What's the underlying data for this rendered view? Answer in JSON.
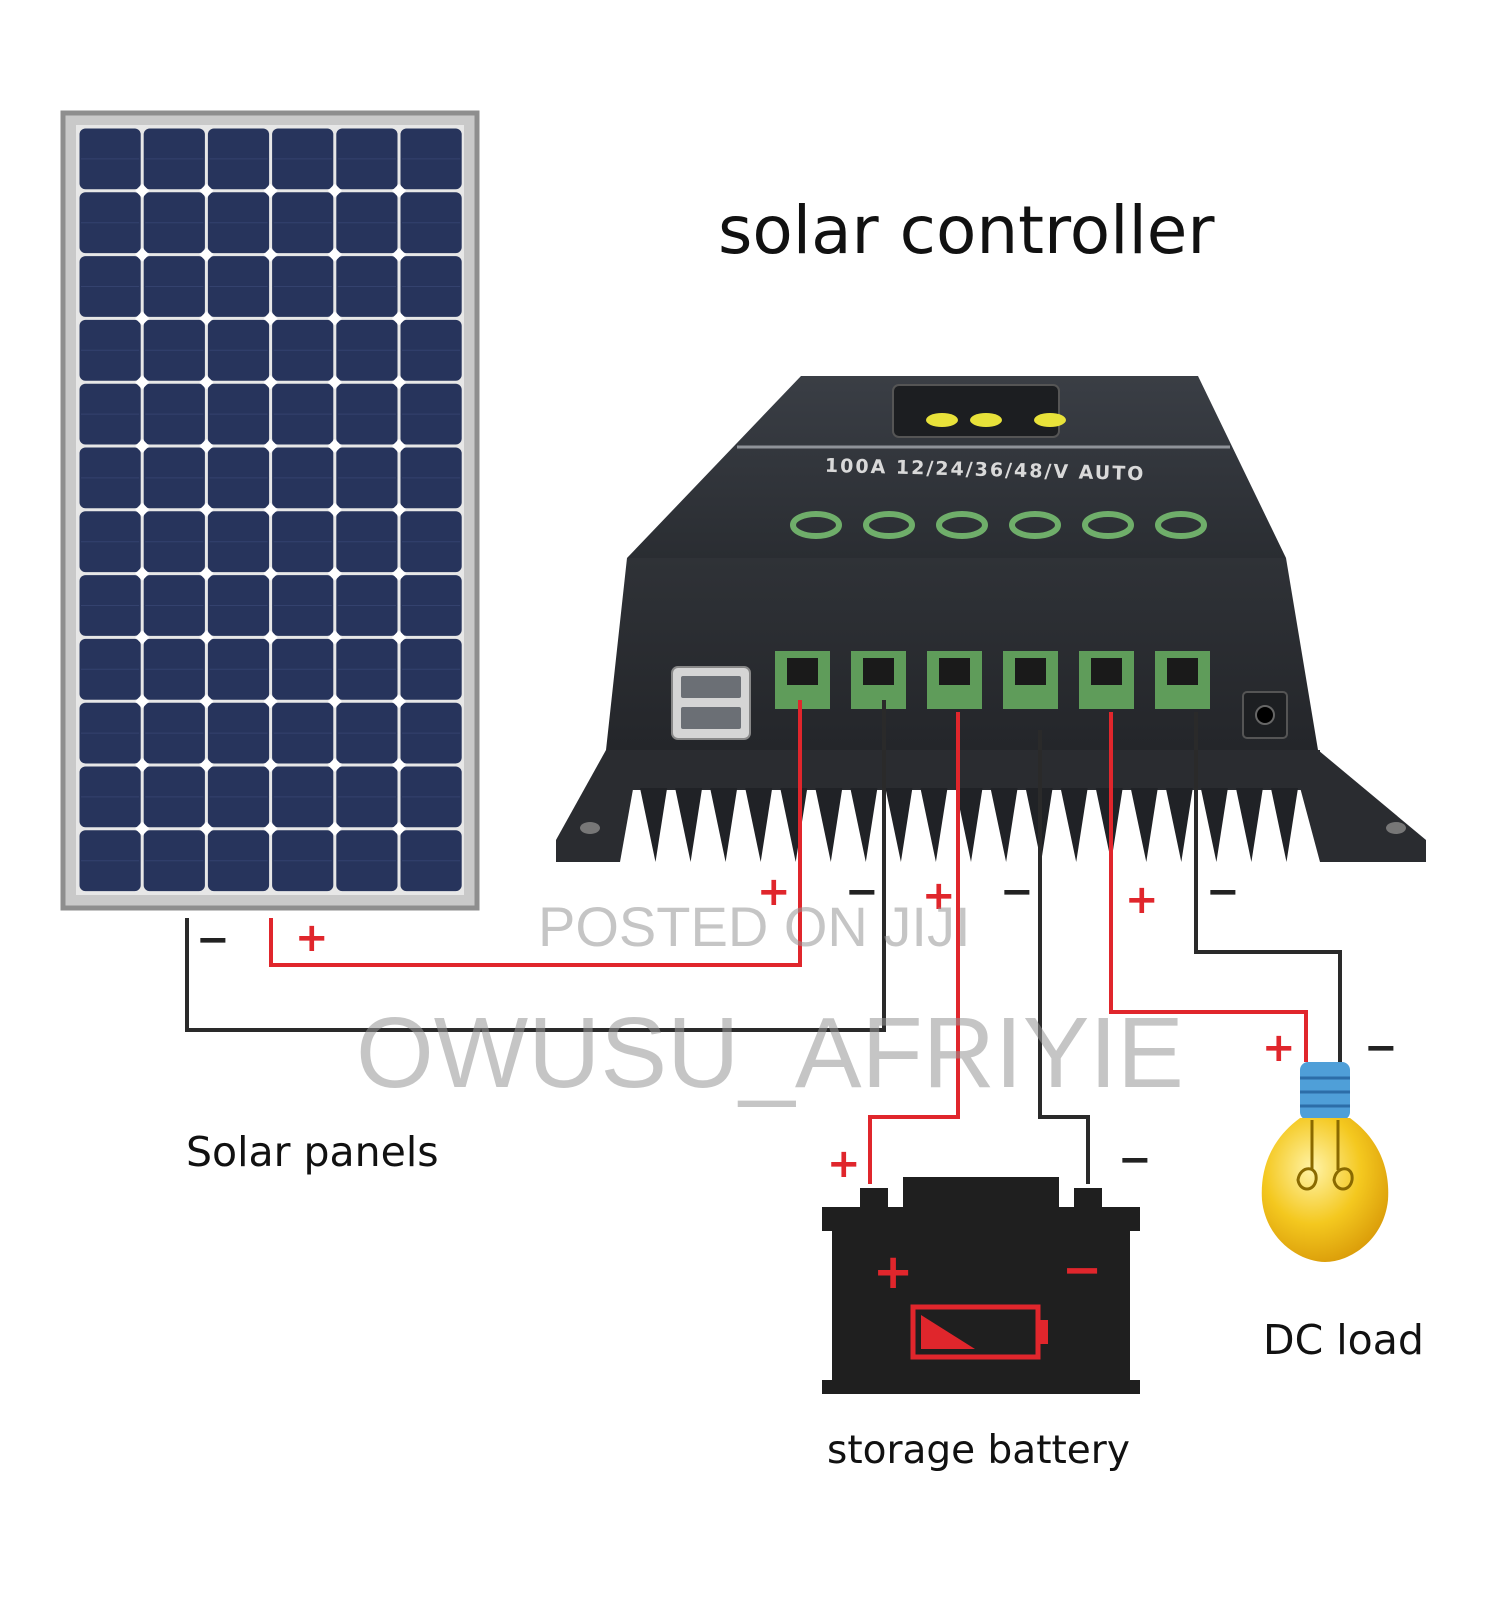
{
  "labels": {
    "title": "solar controller",
    "solar_panels": "Solar panels",
    "storage_battery": "storage battery",
    "dc_load": "DC load"
  },
  "controller": {
    "rating_text": "100A 12/24/36/48/V AUTO"
  },
  "terminals": {
    "plus": "+",
    "minus": "−"
  },
  "watermark": {
    "line1": "POSTED ON JIJI",
    "line2": "OWUSU_AFRIYIE"
  },
  "colors": {
    "panel_cell": "#27345c",
    "panel_frame": "#9a9a9a",
    "controller_body": "#2b2e33",
    "wire_positive": "#e0262c",
    "wire_negative": "#2a2a2a",
    "battery_body": "#1f1f1f",
    "bulb": "#f2c41a",
    "bulb_base": "#4f9fd8",
    "terminal_green": "#6fae6a"
  }
}
